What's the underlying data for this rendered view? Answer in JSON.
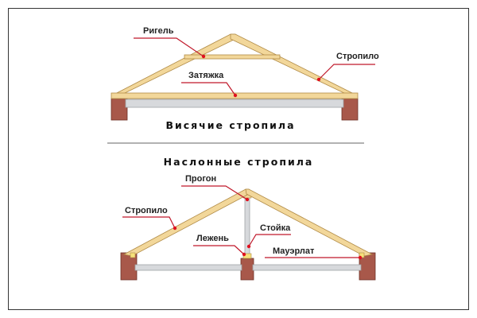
{
  "top_diagram": {
    "title": "Висячие стропила",
    "labels": {
      "collar": "Ригель",
      "tie": "Затяжка",
      "rafter": "Стропило"
    }
  },
  "bottom_diagram": {
    "title": "Наслонные стропила",
    "labels": {
      "purlin": "Прогон",
      "rafter": "Стропило",
      "post": "Стойка",
      "sill": "Лежень",
      "wallplate": "Мауэрлат"
    }
  },
  "colors": {
    "wood": "#f2d79a",
    "brick": "#a8584a",
    "leader": "#c0182a",
    "border": "#333333"
  }
}
